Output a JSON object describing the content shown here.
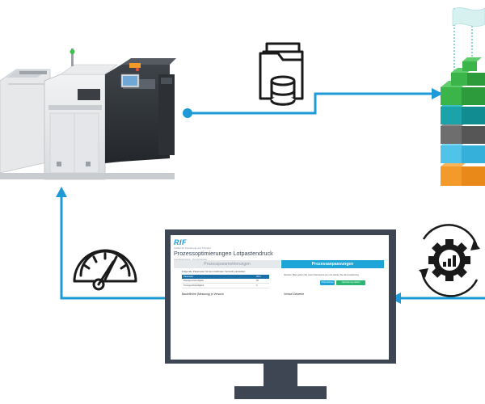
{
  "screen": {
    "logo": "RIF",
    "logo_subtitle": "Institut für Forschung und Transfer",
    "title": "Prozessoptimierungen Lotpastendruck",
    "subtitle": "Lotpastendruck · Demonstrator",
    "tabs": [
      {
        "label": "Prozessparametrierungen",
        "active": false
      },
      {
        "label": "Prozessanpassungen",
        "active": true
      }
    ],
    "param_heading": "Folgende Parameter für den nächsten Versuch einstellen:",
    "param_table": {
      "columns": [
        "Parameter",
        "Wert"
      ],
      "rows": [
        [
          "Rakelgeschwindigkeit",
          "80"
        ],
        [
          "Trenngeschwindigkeit",
          "3"
        ]
      ]
    },
    "info_text": "Hinweis: Bitte geben Sie unten Messwerte ein und starten Sie die Auswertung.",
    "buttons": [
      "Übernehmen",
      "Optimierung starten"
    ],
    "plot_titles": [
      "Bauteilhöhe (Messung) je Versuch",
      "Verlauf Zielwerte"
    ]
  },
  "colors": {
    "accent": "#1ea5d8",
    "flow_line": "#1e9ad6",
    "cube_green": "#3bb54a",
    "cube_teal": "#1aa3a8",
    "cube_gray": "#6e6e6e",
    "cube_blue": "#4fc3e8",
    "cube_orange": "#f39a2b"
  },
  "icons": [
    "database-folder-icon",
    "gauge-icon",
    "gear-chart-icon",
    "stacked-cubes-icon"
  ]
}
